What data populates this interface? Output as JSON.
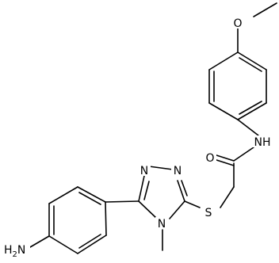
{
  "molecule": {
    "atoms": {
      "methoxy_o": "O",
      "amide_o": "O",
      "amide_nh": "NH",
      "thioether_s": "S",
      "triazole_n1": "N",
      "triazole_n2": "N",
      "triazole_n4": "N",
      "amine_n": "H2N"
    }
  }
}
